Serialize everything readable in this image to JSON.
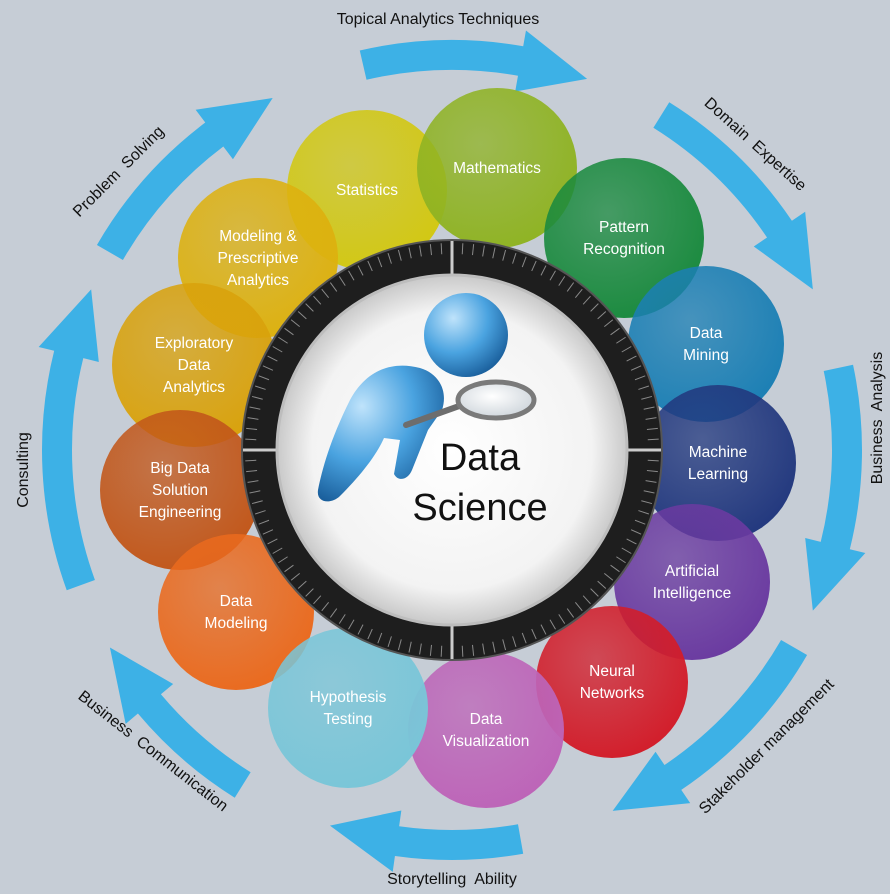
{
  "center": {
    "line1": "Data",
    "line2": "Science"
  },
  "petals": [
    {
      "id": "mathematics",
      "lines": [
        "Mathematics"
      ],
      "color": "#8fb323"
    },
    {
      "id": "pattern-recognition",
      "lines": [
        "Pattern",
        "Recognition"
      ],
      "color": "#1a8a3e"
    },
    {
      "id": "data-mining",
      "lines": [
        "Data",
        "Mining"
      ],
      "color": "#1b7fb4"
    },
    {
      "id": "machine-learning",
      "lines": [
        "Machine",
        "Learning"
      ],
      "color": "#22387e"
    },
    {
      "id": "artificial-intelligence",
      "lines": [
        "Artificial",
        "Intelligence"
      ],
      "color": "#6a3aa0"
    },
    {
      "id": "neural-networks",
      "lines": [
        "Neural",
        "Networks"
      ],
      "color": "#d21d2a"
    },
    {
      "id": "data-visualization",
      "lines": [
        "Data",
        "Visualization"
      ],
      "color": "#bd64b8"
    },
    {
      "id": "hypothesis-testing",
      "lines": [
        "Hypothesis",
        "Testing"
      ],
      "color": "#79c6d8"
    },
    {
      "id": "data-modeling",
      "lines": [
        "Data",
        "Modeling"
      ],
      "color": "#ea6a1e"
    },
    {
      "id": "big-data-solution-engineering",
      "lines": [
        "Big Data",
        "Solution",
        "Engineering"
      ],
      "color": "#c2571a"
    },
    {
      "id": "exploratory-data-analytics",
      "lines": [
        "Exploratory",
        "Data",
        "Analytics"
      ],
      "color": "#d9a20c"
    },
    {
      "id": "modeling-prescriptive-analytics",
      "lines": [
        "Modeling &",
        "Prescriptive",
        "Analytics"
      ],
      "color": "#ddb10f"
    },
    {
      "id": "statistics",
      "lines": [
        "Statistics"
      ],
      "color": "#d2c812"
    }
  ],
  "arrows": [
    {
      "id": "topical-analytics-techniques",
      "label": "Topical Analytics Techniques"
    },
    {
      "id": "domain-expertise",
      "label": "Domain  Expertise"
    },
    {
      "id": "business-analysis",
      "label": "Business  Analysis"
    },
    {
      "id": "stakeholder-management",
      "label": "Stakeholder management"
    },
    {
      "id": "storytelling-ability",
      "label": "Storytelling  Ability"
    },
    {
      "id": "business-communication",
      "label": "Business  Communication"
    },
    {
      "id": "consulting",
      "label": "Consulting"
    },
    {
      "id": "problem-solving",
      "label": "Problem  Solving"
    }
  ],
  "colors": {
    "arrow": "#3db1e6",
    "background": "#c6cdd6",
    "dial": "#222222"
  },
  "icons": {
    "center_figure": "magnifier-person-icon"
  }
}
